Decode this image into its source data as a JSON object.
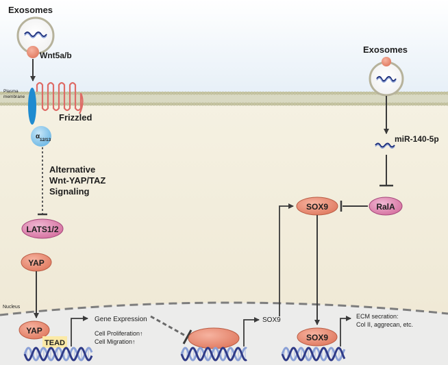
{
  "labels": {
    "exosomes_left": "Exosomes",
    "exosomes_right": "Exosomes",
    "wnt": "Wnt5a/b",
    "plasma_membrane_line1": "Plasma",
    "plasma_membrane_line2": "membrane",
    "frizzled": "Frizzled",
    "g_alpha": "α",
    "g_sub": "12/13",
    "alt_line1": "Alternative",
    "alt_line2": "Wnt-YAP/TAZ",
    "alt_line3": "Signaling",
    "lats": "LATS1/2",
    "yap_cyto": "YAP",
    "nucleus": "Nucleus",
    "yap_nuc": "YAP",
    "tead": "TEAD",
    "gene_expression": "Gene Expression",
    "cell_prolif": "Cell Proliferation↑",
    "cell_migr": "Cell Migration↑",
    "sox9_gene": "SOX9",
    "sox9_cyto": "SOX9",
    "rala": "RalA",
    "mirna": "miR-140-5p",
    "sox9_nuc": "SOX9",
    "ecm_line1": "ECM secration:",
    "ecm_line2": "Col II, aggrecan, etc."
  },
  "colors": {
    "node_fill": "#e9876e",
    "node_stroke": "#b95c44",
    "lats_fill": "#dc7fae",
    "frizzled": "#de6b66",
    "receptor_blue": "#1f8bd0",
    "g_protein": "#88c7ec",
    "tead_fill": "#fbe9a6",
    "membrane": "#cfd0b0",
    "cytoplasm": "#f6f2e4",
    "nucleus_fill": "#ebebe4",
    "dna_dark": "#2f3a86",
    "dna_light": "#8aa0d6"
  }
}
